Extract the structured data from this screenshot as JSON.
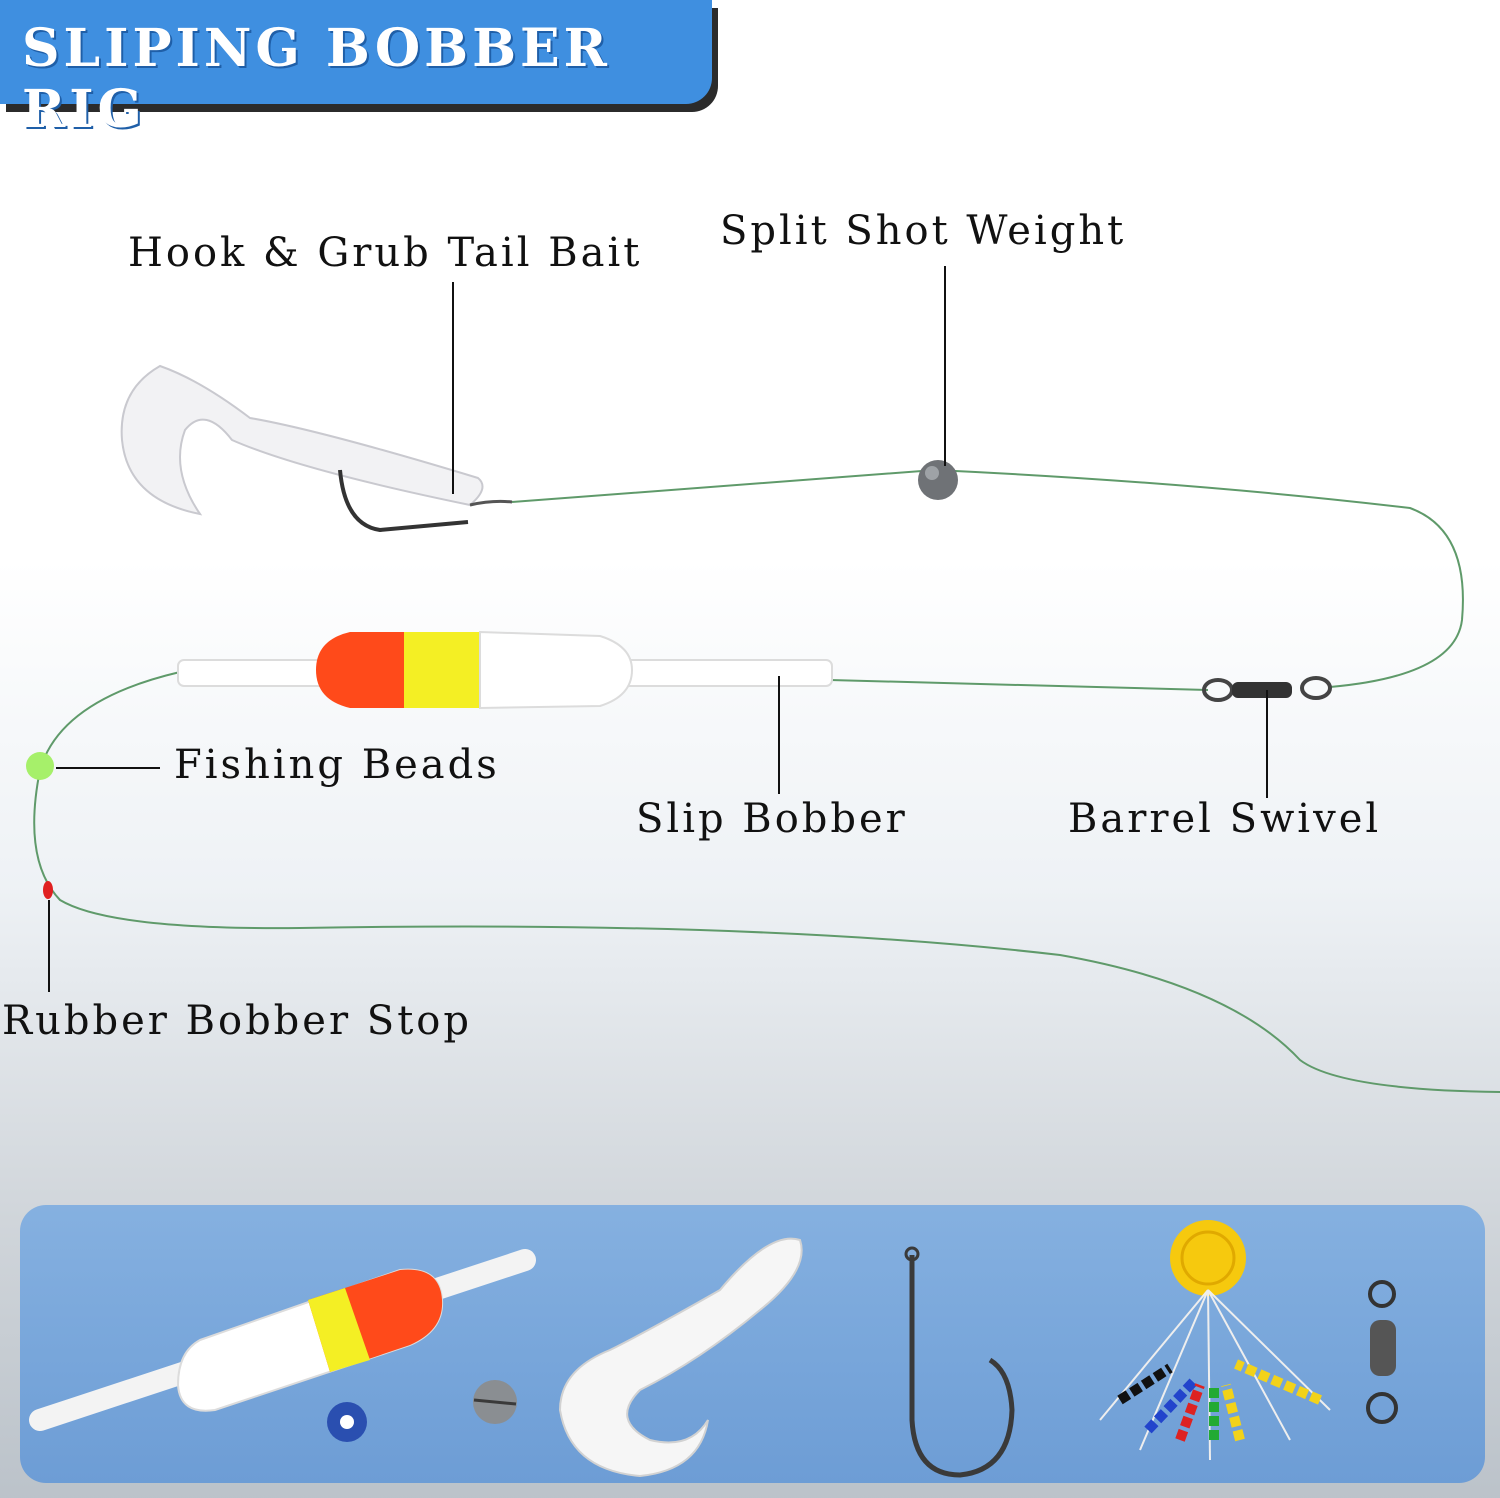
{
  "title": "SLIPING BOBBER RIG",
  "labels": {
    "hook_bait": "Hook & Grub Tail Bait",
    "split_shot": "Split Shot Weight",
    "fishing_beads": "Fishing Beads",
    "slip_bobber": "Slip Bobber",
    "barrel_swivel": "Barrel Swivel",
    "bobber_stop": "Rubber Bobber Stop"
  },
  "colors": {
    "banner": "#3f8fe0",
    "line": "#5f9a6a",
    "bobber_red": "#ff4a1a",
    "bobber_yellow": "#f4ef24",
    "bead_green": "#a6f06a",
    "stop_red": "#e02020",
    "panel": "#6aa0dc"
  }
}
